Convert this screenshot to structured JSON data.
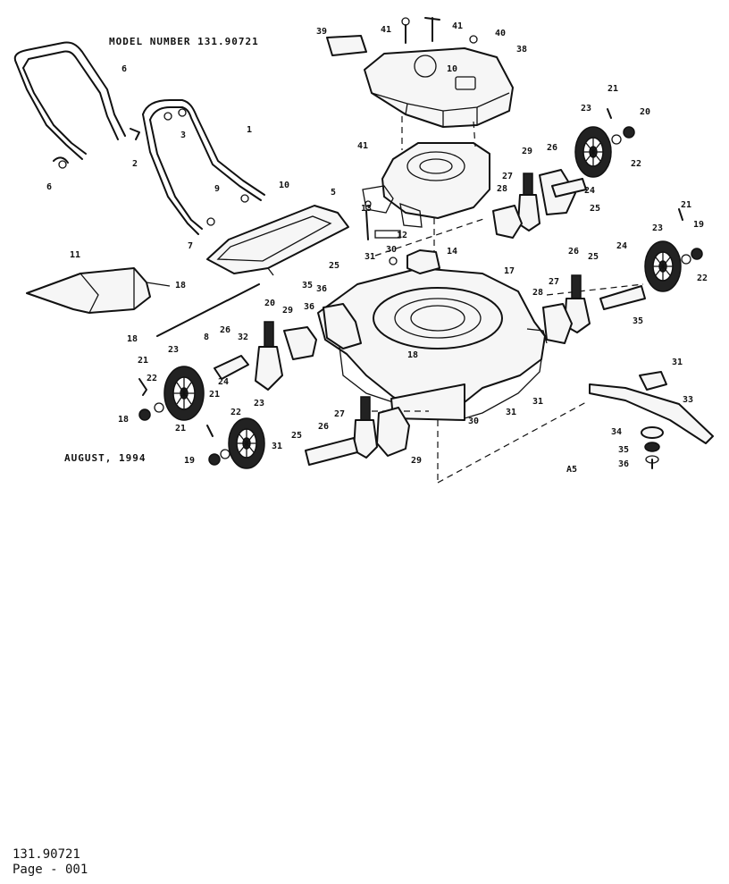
{
  "diagram": {
    "model_label": "MODEL NUMBER 131.90721",
    "date_label": "AUGUST, 1994",
    "code_label": "A5",
    "callouts": [
      "39",
      "41",
      "41",
      "40",
      "38",
      "10",
      "6",
      "3",
      "2",
      "1",
      "9",
      "6",
      "5",
      "10",
      "7",
      "11",
      "18",
      "18",
      "8",
      "41",
      "23",
      "21",
      "20",
      "22",
      "29",
      "26",
      "27",
      "28",
      "24",
      "25",
      "21",
      "19",
      "23",
      "22",
      "26",
      "24",
      "25",
      "27",
      "28",
      "12",
      "13",
      "14",
      "30",
      "25",
      "31",
      "35",
      "36",
      "36",
      "35",
      "18",
      "17",
      "20",
      "29",
      "23",
      "21",
      "22",
      "32",
      "26",
      "24",
      "18",
      "21",
      "22",
      "21",
      "23",
      "19",
      "31",
      "25",
      "26",
      "27",
      "29",
      "31",
      "30",
      "31",
      "31",
      "33",
      "34",
      "35",
      "36"
    ]
  },
  "footer": {
    "model": "131.90721",
    "page": "Page - 001"
  }
}
